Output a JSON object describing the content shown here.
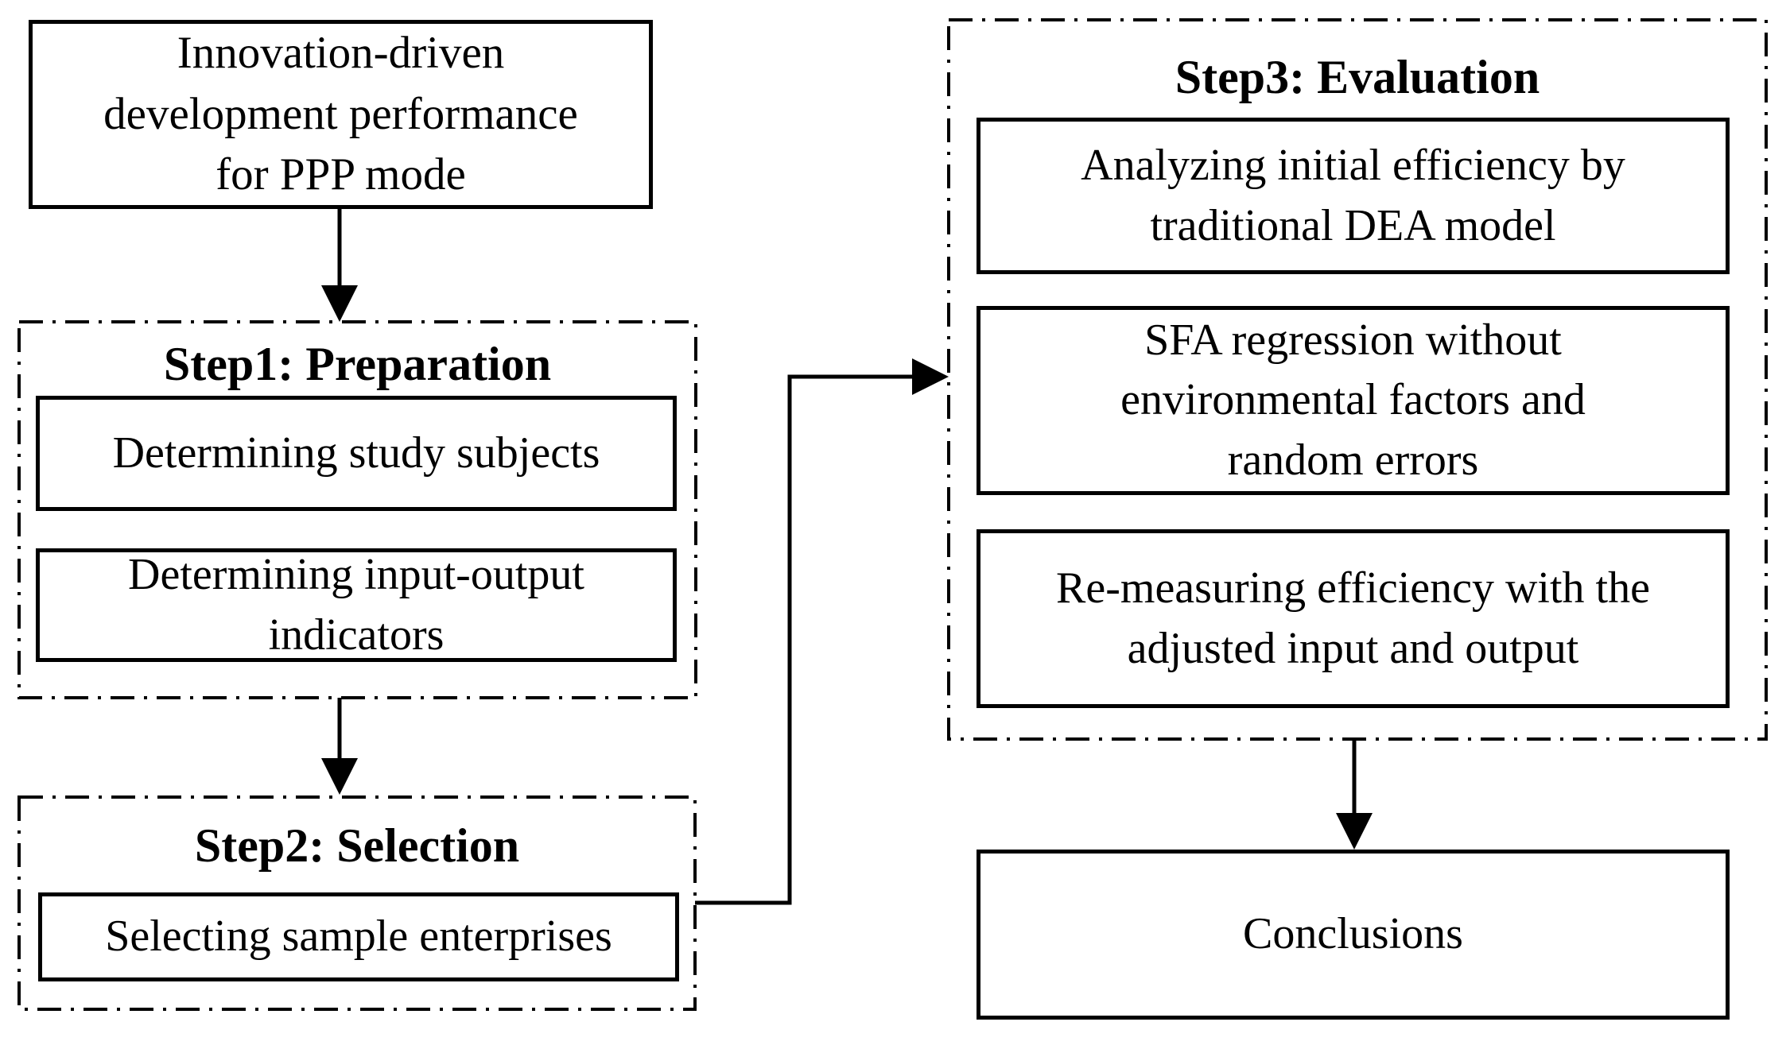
{
  "diagram": {
    "title_hint": "Research flowchart: innovation-driven development performance evaluation for PPP mode",
    "colors": {
      "stroke": "#000000",
      "background": "#ffffff",
      "text": "#000000"
    },
    "root_box": {
      "lines": [
        "Innovation-driven",
        "development performance",
        "for PPP mode"
      ]
    },
    "step1": {
      "title": "Step1: Preparation",
      "boxes": [
        {
          "lines": [
            "Determining study subjects"
          ]
        },
        {
          "lines": [
            "Determining input-output",
            "indicators"
          ]
        }
      ]
    },
    "step2": {
      "title": "Step2: Selection",
      "boxes": [
        {
          "lines": [
            "Selecting sample enterprises"
          ]
        }
      ]
    },
    "step3": {
      "title": "Step3: Evaluation",
      "boxes": [
        {
          "lines": [
            "Analyzing initial efficiency by",
            "traditional DEA model"
          ]
        },
        {
          "lines": [
            "SFA regression without",
            "environmental factors and",
            "random errors"
          ]
        },
        {
          "lines": [
            "Re-measuring efficiency with the",
            "adjusted input and output"
          ]
        }
      ]
    },
    "conclusions_box": {
      "lines": [
        "Conclusions"
      ]
    }
  }
}
